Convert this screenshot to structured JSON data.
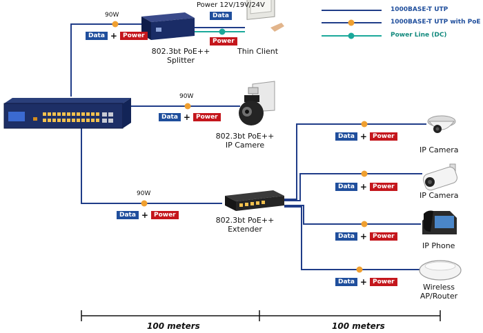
{
  "labels": {
    "splitter": "802.3bt PoE++\nSplitter",
    "thin_client": "Thin Client",
    "ip_camere": "802.3bt PoE++\nIP Camere",
    "extender": "802.3bt PoE++\nExtender",
    "ip_camera_1": "IP Camera",
    "ip_camera_2": "IP Camera",
    "ip_phone": "IP Phone",
    "wireless_ap": "Wireless\nAP/Router",
    "power_voltage": "Power 12V/19V/24V"
  },
  "wattage": {
    "top": "90W",
    "mid": "90W",
    "bottom": "90W"
  },
  "tags": {
    "data": "Data",
    "power": "Power",
    "plus": "+"
  },
  "legend": {
    "utp": "1000BASE-T UTP",
    "utp_poe": "1000BASE-T UTP with PoE",
    "dc": "Power Line (DC)"
  },
  "distance": {
    "first": "100 meters",
    "second": "100 meters"
  },
  "colors": {
    "utp": "#1f3c88",
    "poe_dot": "#f0a030",
    "dc": "#1aa89a",
    "data": "#1f4e9c",
    "power": "#c4161c"
  },
  "icons": [
    "poe-switch-icon",
    "splitter-icon",
    "thin-client-icon",
    "ptz-camera-icon",
    "extender-icon",
    "dome-camera-icon",
    "bullet-camera-icon",
    "ip-phone-icon",
    "wireless-ap-icon",
    "poe-dot-icon",
    "dc-dot-icon"
  ]
}
